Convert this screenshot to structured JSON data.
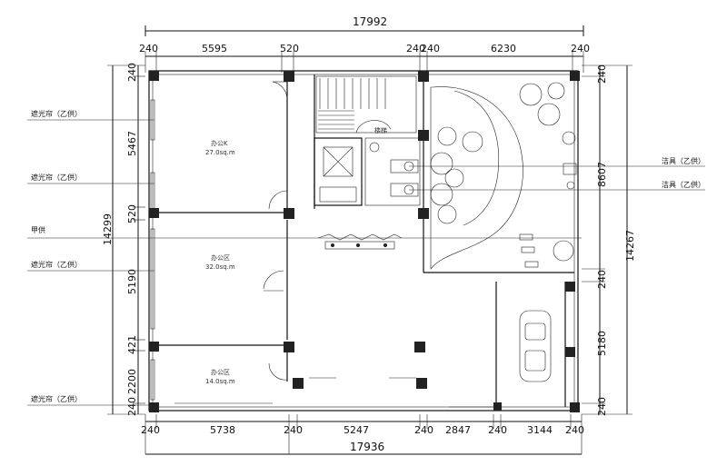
{
  "dimensions": {
    "top_total": "17992",
    "top_segments": [
      "240",
      "5595",
      "520",
      "240",
      "240",
      "6230",
      "240"
    ],
    "bottom_total": "17936",
    "bottom_segments": [
      "240",
      "5738",
      "240",
      "5247",
      "240",
      "2847",
      "240",
      "3144",
      "240"
    ],
    "left_total": "14299",
    "left_segments": [
      "240",
      "5467",
      "520",
      "5190",
      "421",
      "2200",
      "240"
    ],
    "right_total": "14267",
    "right_segments": [
      "240",
      "8607",
      "240",
      "5180",
      "240"
    ]
  },
  "rooms": [
    {
      "name": "办公K",
      "area": "27.0sq.m"
    },
    {
      "name": "办公区",
      "area": "32.0sq.m"
    },
    {
      "name": "办公区",
      "area": "14.0sq.m"
    }
  ],
  "stair_label": "楼梯",
  "left_labels": [
    "遮光帘（乙供）",
    "遮光帘（乙供）",
    "甲供",
    "遮光帘（乙供）",
    "遮光帘（乙供）"
  ],
  "right_labels": [
    "洁具（乙供）",
    "洁具（乙供）"
  ]
}
